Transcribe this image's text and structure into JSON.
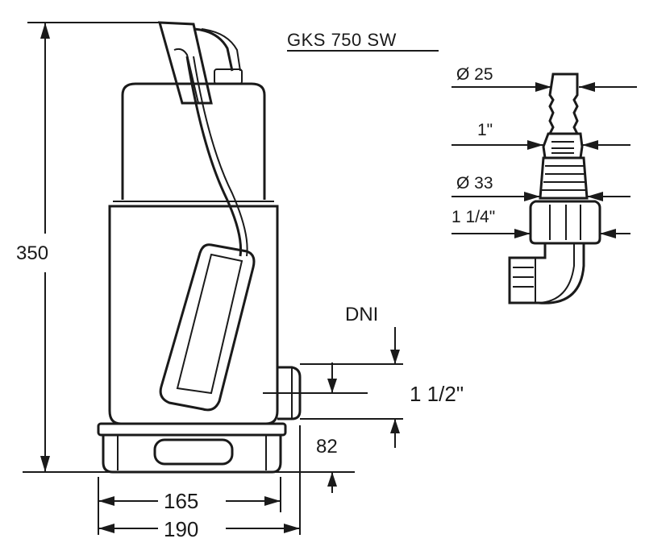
{
  "title": "GKS 750 SW",
  "dimensions": {
    "height": "350",
    "base_inner_width": "165",
    "base_outer_width": "190",
    "outlet_height": "82",
    "outlet_label": "DNI",
    "outlet_thread": "1 1/2\""
  },
  "fitting": {
    "hose_diameter": "Ø 25",
    "thread_top": "1\"",
    "body_diameter": "Ø 33",
    "thread_bottom": "1 1/4\""
  }
}
